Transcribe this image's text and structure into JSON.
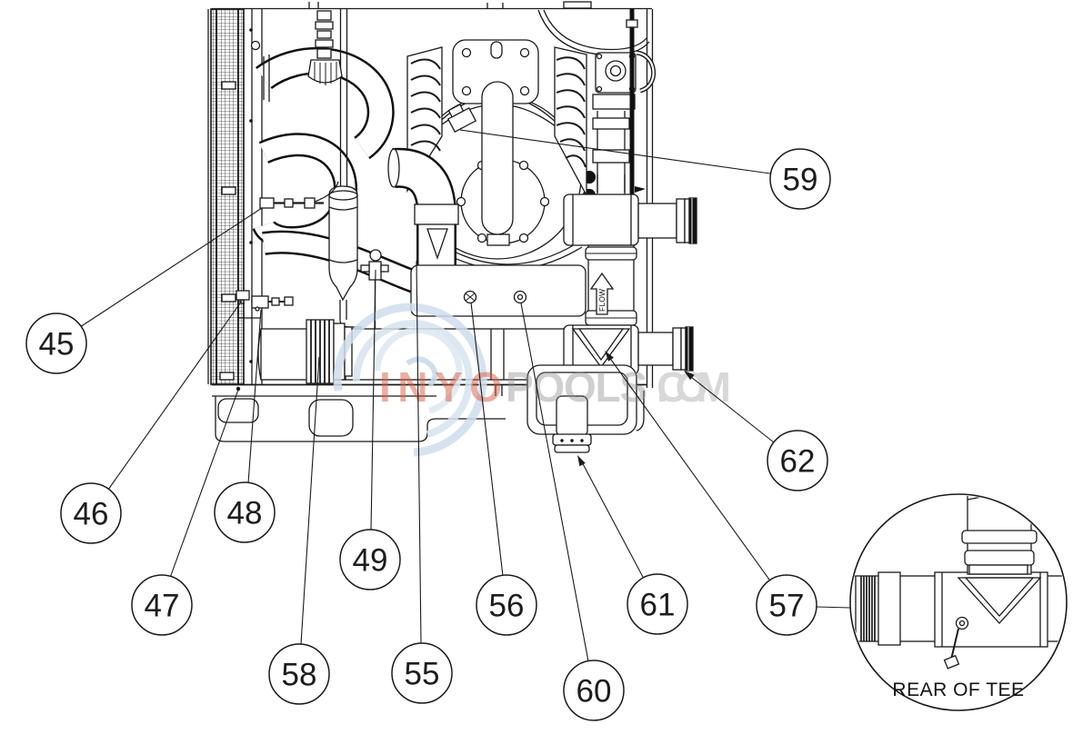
{
  "balloons": [
    {
      "label": "45"
    },
    {
      "label": "46"
    },
    {
      "label": "47"
    },
    {
      "label": "48"
    },
    {
      "label": "49"
    },
    {
      "label": "55"
    },
    {
      "label": "56"
    },
    {
      "label": "57"
    },
    {
      "label": "58"
    },
    {
      "label": "59"
    },
    {
      "label": "60"
    },
    {
      "label": "61"
    },
    {
      "label": "62"
    }
  ],
  "detail_view": {
    "caption": "REAR OF TEE"
  },
  "pipe_markings": {
    "flow_label": "FLOW"
  },
  "watermark": {
    "word_primary": "INYO",
    "word_secondary": "POOLS",
    "word_suffix": ".COM",
    "primary_color": "#d95f45",
    "secondary_color": "#8f8f8f",
    "suffix_color": "#a0a0a0",
    "swirl_color": "#c6d9ea"
  }
}
